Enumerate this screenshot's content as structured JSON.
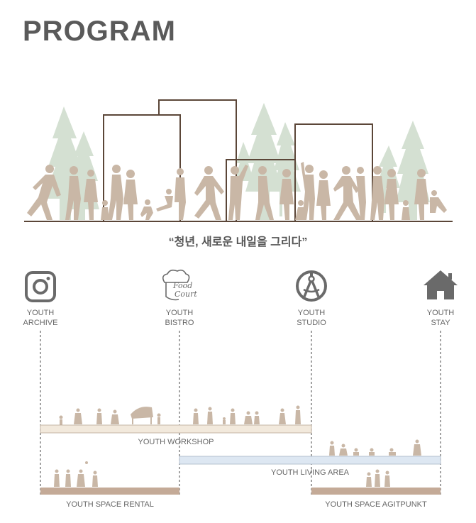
{
  "header": {
    "title": "PROGRAM"
  },
  "slogan": "“청년, 새로운 내일을 그리다”",
  "programs": [
    {
      "line1": "YOUTH",
      "line2": "ARCHIVE",
      "icon": "instagram-icon"
    },
    {
      "line1": "YOUTH",
      "line2": "BISTRO",
      "icon": "food-court-logo-icon"
    },
    {
      "line1": "YOUTH",
      "line2": "STUDIO",
      "icon": "compass-icon"
    },
    {
      "line1": "YOUTH",
      "line2": "STAY",
      "icon": "house-icon"
    }
  ],
  "food_court_logo": {
    "line1": "Food",
    "line2": "Court"
  },
  "bars": [
    {
      "label": "YOUTH WORKSHOP",
      "color": "#f2e9dc"
    },
    {
      "label": "YOUTH LIVING AREA",
      "color": "#dde7f2"
    },
    {
      "label": "YOUTH SPACE RENTAL",
      "color": "#c4aa97"
    },
    {
      "label": "YOUTH SPACE AGITPUNKT",
      "color": "#c4aa97"
    }
  ],
  "colors": {
    "building_stroke": "#5b4638",
    "tree": "#cfdccd",
    "people": "#c9b7a6",
    "ground": "#5b4638",
    "icon": "#6a6a6a"
  }
}
